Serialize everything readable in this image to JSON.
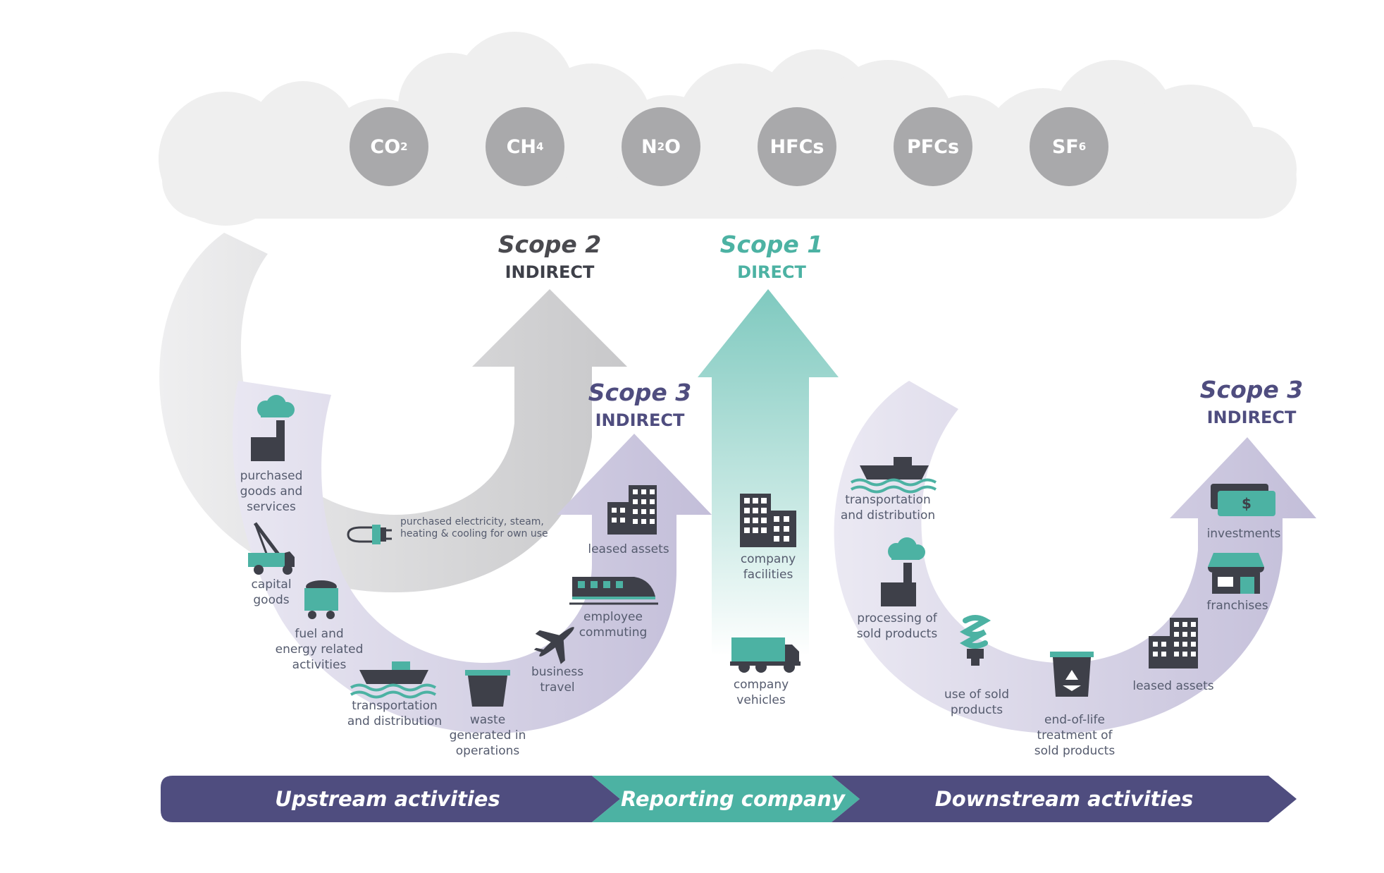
{
  "gases": [
    {
      "base": "CO",
      "sub": "2"
    },
    {
      "base": "CH",
      "sub": "4"
    },
    {
      "base": "N",
      "sub": "2",
      "tail": "O"
    },
    {
      "base": "HFCs",
      "sub": ""
    },
    {
      "base": "PFCs",
      "sub": ""
    },
    {
      "base": "SF",
      "sub": "6"
    }
  ],
  "scopes": {
    "scope2": {
      "title": "Scope 2",
      "subtitle": "INDIRECT"
    },
    "scope1": {
      "title": "Scope 1",
      "subtitle": "DIRECT"
    },
    "scope3_upstream": {
      "title": "Scope 3",
      "subtitle": "INDIRECT"
    },
    "scope3_downstream": {
      "title": "Scope 3",
      "subtitle": "INDIRECT"
    }
  },
  "upstream_items": {
    "purchased_goods": "purchased\ngoods and\nservices",
    "capital_goods": "capital\ngoods",
    "fuel_energy": "fuel and\nenergy related\nactivities",
    "transportation": "transportation\nand distribution",
    "waste": "waste\ngenerated in\noperations",
    "business_travel": "business\ntravel",
    "employee_commuting": "employee\ncommuting",
    "leased_assets": "leased assets"
  },
  "scope2_item": "purchased electricity, steam,\nheating & cooling for own use",
  "scope1_items": {
    "facilities": "company\nfacilities",
    "vehicles": "company\nvehicles"
  },
  "downstream_items": {
    "transportation": "transportation\nand distribution",
    "processing": "processing of\nsold products",
    "use": "use of sold\nproducts",
    "end_of_life": "end-of-life\ntreatment of\nsold products",
    "leased_assets": "leased assets",
    "franchises": "franchises",
    "investments": "investments"
  },
  "bands": {
    "upstream": "Upstream activities",
    "reporting": "Reporting company",
    "downstream": "Downstream activities"
  },
  "colors": {
    "navy": "#4f4d7f",
    "teal": "#4cb2a3",
    "gray_arrow": "#d2d2d4",
    "lavender": "#c9c5de",
    "icon_dark": "#3e4049",
    "gas_circle": "#a9a9ab",
    "cloud": "#efefef",
    "label": "#555b6e"
  },
  "icons": {
    "currency_symbol": "$"
  }
}
